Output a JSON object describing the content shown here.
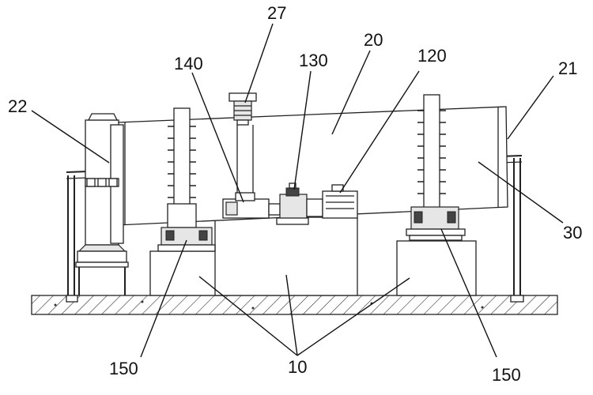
{
  "labels": {
    "l27": "27",
    "l20": "20",
    "l140": "140",
    "l130": "130",
    "l120": "120",
    "l21": "21",
    "l22": "22",
    "l30": "30",
    "l150_left": "150",
    "l150_right": "150",
    "l10": "10"
  },
  "colors": {
    "line": "#222222",
    "background": "#ffffff",
    "ground_hatch": "#333333"
  }
}
